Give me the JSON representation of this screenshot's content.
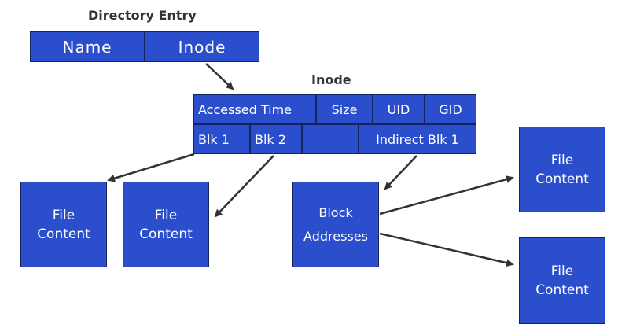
{
  "directory": {
    "title": "Directory Entry",
    "name": "Name",
    "inode": "Inode"
  },
  "inode": {
    "title": "Inode",
    "row1": [
      "Accessed Time",
      "Size",
      "UID",
      "GID"
    ],
    "row2": [
      "Blk 1",
      "Blk 2",
      "",
      "Indirect Blk 1"
    ]
  },
  "boxes": {
    "file1": "File\nContent",
    "file2": "File\nContent",
    "block": "Block\nAddresses",
    "file3": "File\nContent",
    "file4": "File\nContent"
  },
  "colors": {
    "fill": "#2b4fcc",
    "border": "#15235e",
    "arrow": "#333333"
  }
}
